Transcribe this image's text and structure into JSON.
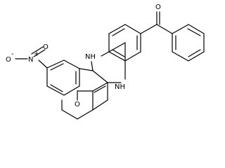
{
  "molecule": {
    "colors": {
      "bond": "#000000",
      "background": "#ffffff"
    },
    "labels": {
      "nitro_o_top": "O",
      "nitro_n": "N",
      "nitro_plus": "+",
      "nitro_o_left": "O",
      "nitro_minus": "-",
      "nh_top": "NH",
      "nh_bottom": "NH",
      "ketone_o_bottom": "O",
      "ketone_o_top": "O"
    }
  }
}
